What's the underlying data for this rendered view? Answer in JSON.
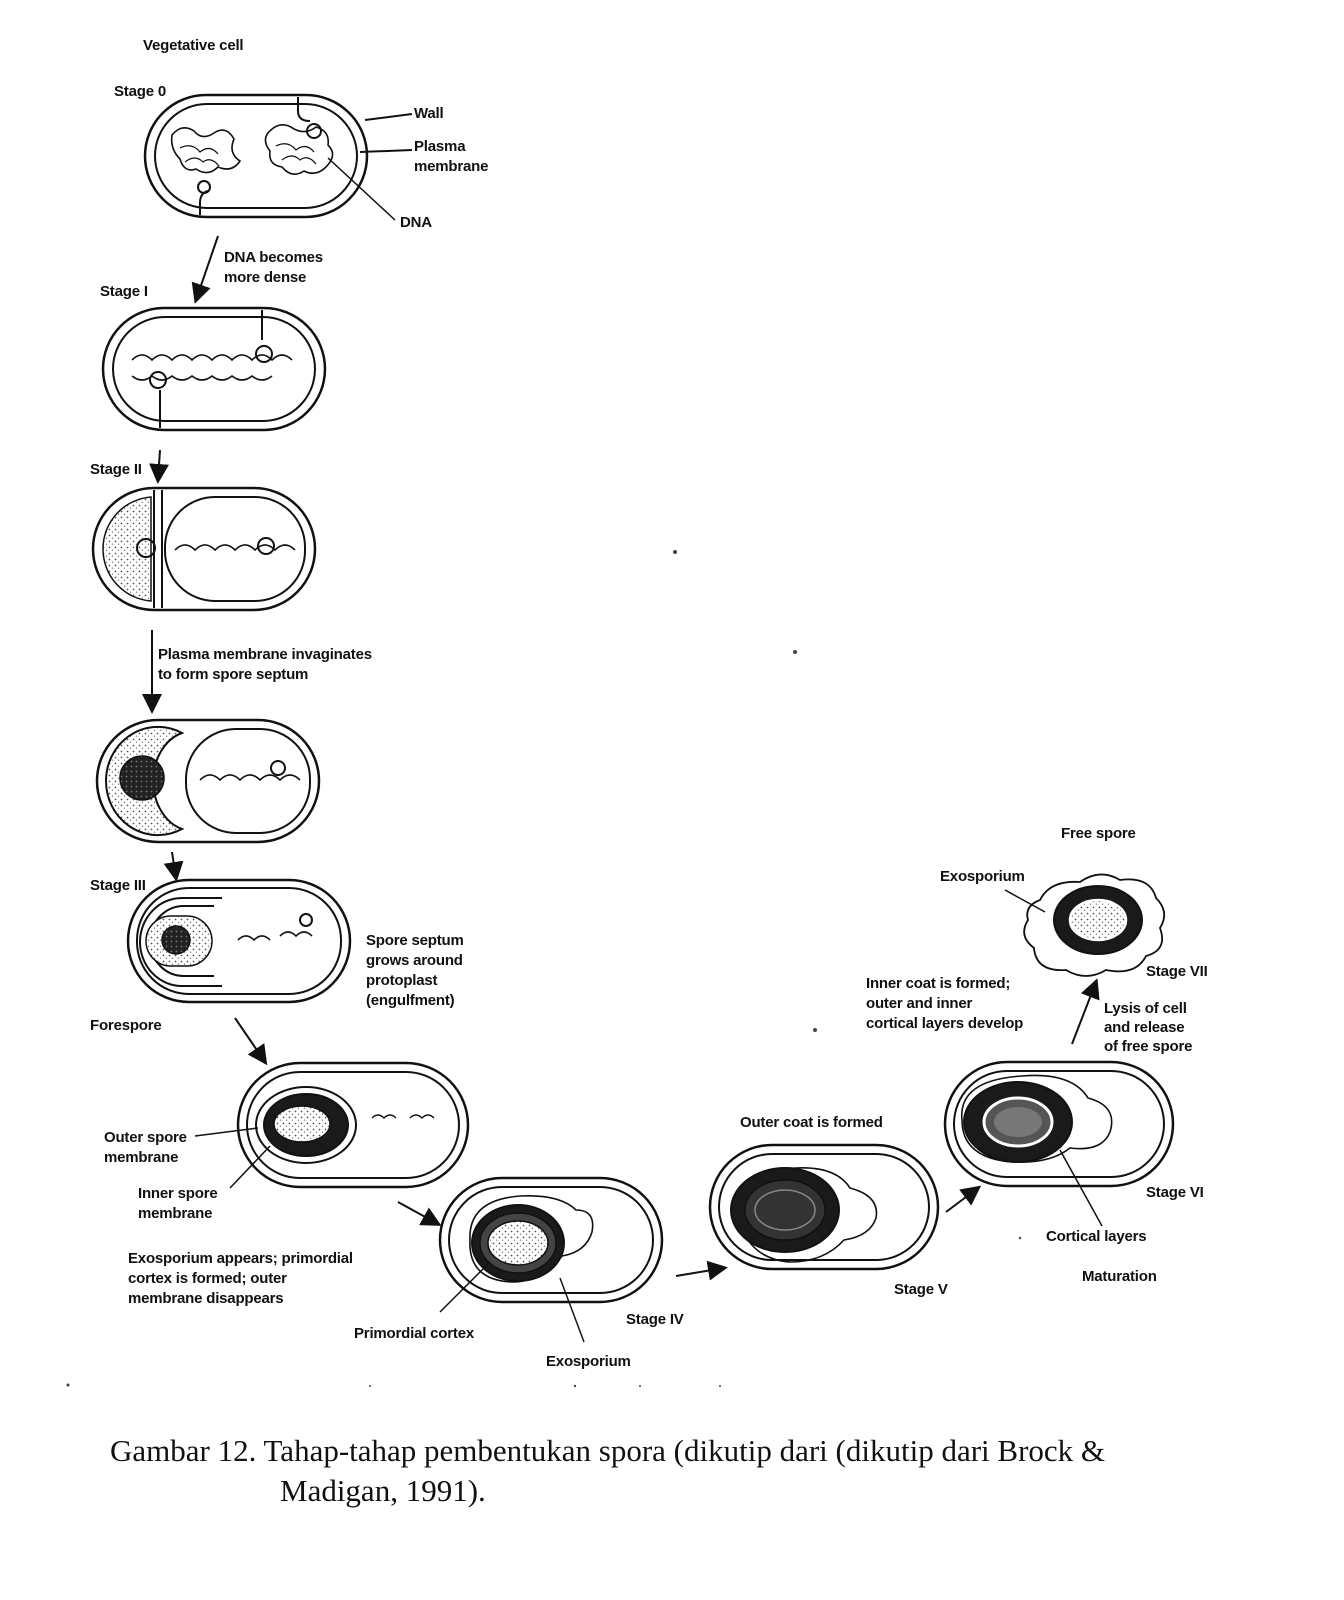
{
  "labels": {
    "vegetative_cell": "Vegetative cell",
    "stage0": "Stage 0",
    "wall": "Wall",
    "plasma_membrane_1": "Plasma",
    "plasma_membrane_2": "membrane",
    "dna": "DNA",
    "dna_dense_1": "DNA becomes",
    "dna_dense_2": "more dense",
    "stage1": "Stage I",
    "stage2": "Stage II",
    "invaginates_1": "Plasma membrane invaginates",
    "invaginates_2": "to form spore septum",
    "stage3": "Stage III",
    "septum_1": "Spore septum",
    "septum_2": "grows around",
    "septum_3": "protoplast",
    "septum_4": "(engulfment)",
    "forespore": "Forespore",
    "outer_spore_1": "Outer spore",
    "outer_spore_2": "membrane",
    "inner_spore_1": "Inner spore",
    "inner_spore_2": "membrane",
    "exo_appears_1": "Exosporium appears; primordial",
    "exo_appears_2": "cortex is formed; outer",
    "exo_appears_3": "membrane disappears",
    "primordial_cortex": "Primordial cortex",
    "exosporium_iv": "Exosporium",
    "stage4": "Stage IV",
    "outer_coat": "Outer coat is formed",
    "stage5": "Stage V",
    "inner_coat_1": "Inner coat is formed;",
    "inner_coat_2": "outer and inner",
    "inner_coat_3": "cortical layers develop",
    "stage6": "Stage VI",
    "cortical_layers": "Cortical layers",
    "maturation": "Maturation",
    "free_spore": "Free spore",
    "exosporium_vii": "Exosporium",
    "stage7": "Stage VII",
    "lysis_1": "Lysis of cell",
    "lysis_2": "and release",
    "lysis_3": "of free spore"
  },
  "caption": {
    "line1": "Gambar 12. Tahap-tahap pembentukan spora (dikutip dari (dikutip dari Brock &",
    "line2": "Madigan, 1991)."
  }
}
